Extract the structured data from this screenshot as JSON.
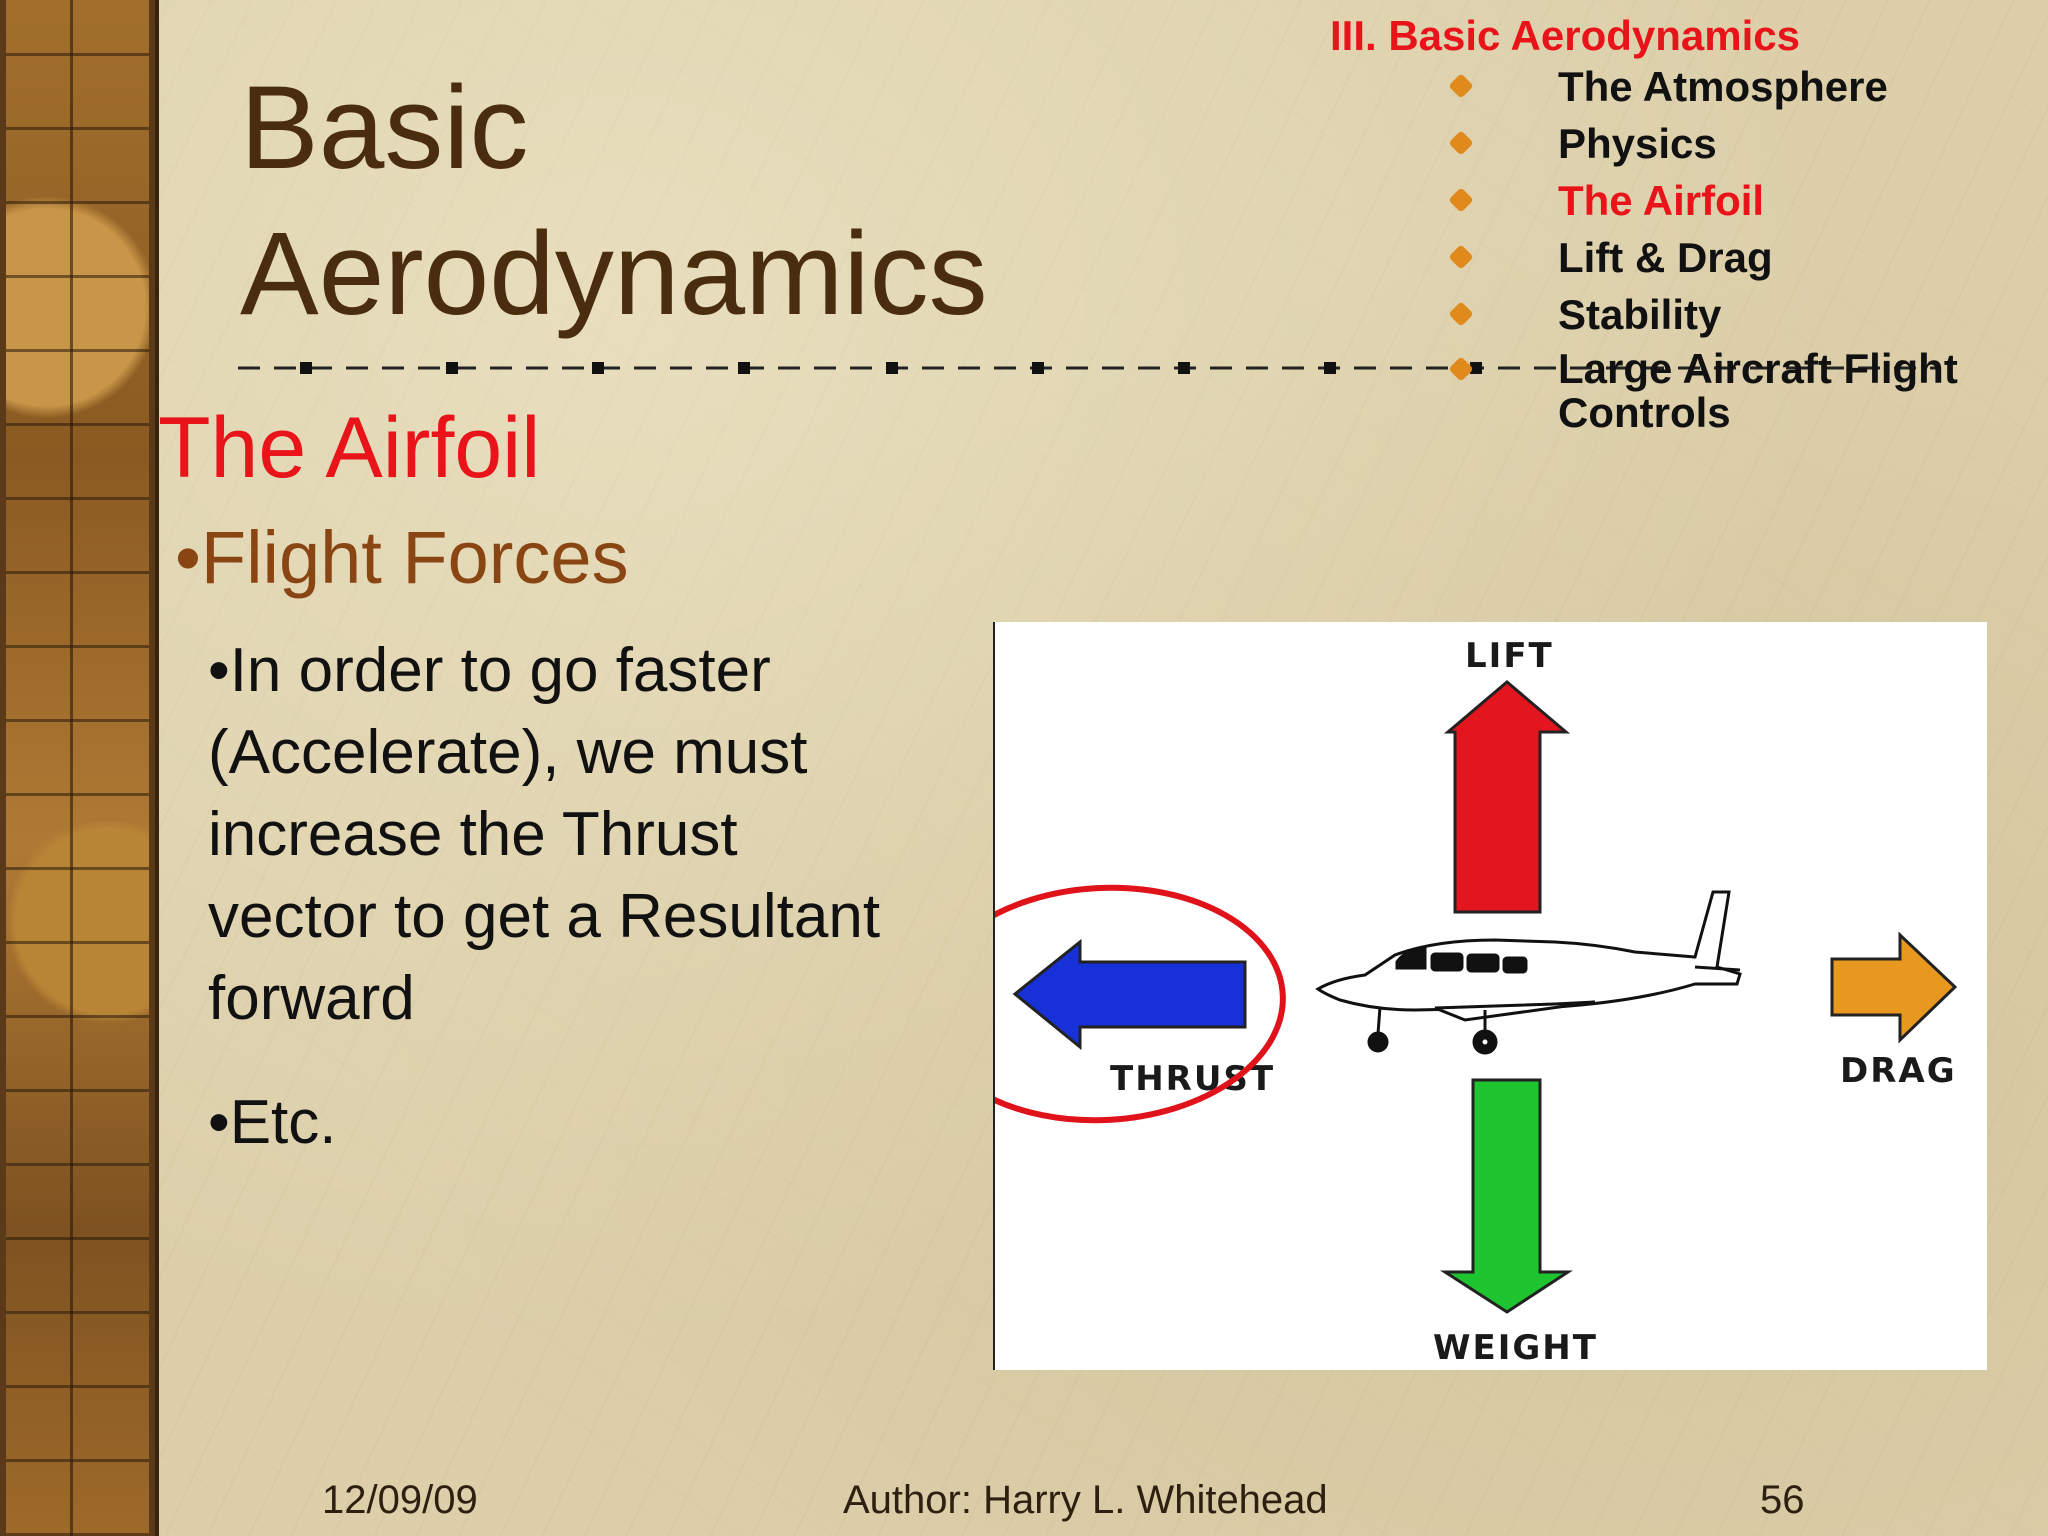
{
  "slide": {
    "title_line1": "Basic",
    "title_line2": "Aerodynamics",
    "section_title": "The Airfoil",
    "sub_heading": "•Flight Forces",
    "body_lines": [
      "•In order to go faster",
      "(Accelerate), we must",
      "increase the Thrust",
      "vector to get a Resultant",
      "forward"
    ],
    "etc": "•Etc."
  },
  "nav": {
    "heading": "III. Basic Aerodynamics",
    "items": [
      {
        "label": "The Atmosphere",
        "active": false
      },
      {
        "label": "Physics",
        "active": false
      },
      {
        "label": "The Airfoil",
        "active": true
      },
      {
        "label": "Lift & Drag",
        "active": false
      },
      {
        "label": "Stability",
        "active": false
      },
      {
        "label": "Large Aircraft Flight Controls",
        "active": false
      }
    ]
  },
  "figure": {
    "lift_label": "LIFT",
    "thrust_label": "THRUST",
    "drag_label": "DRAG",
    "weight_label": "WEIGHT",
    "colors": {
      "lift": "#e3161f",
      "thrust": "#1730d8",
      "drag": "#e8981e",
      "weight": "#1fc431",
      "highlight_circle": "#e0121a"
    }
  },
  "footer": {
    "date": "12/09/09",
    "author": "Author:  Harry L. Whitehead",
    "page": "56"
  }
}
